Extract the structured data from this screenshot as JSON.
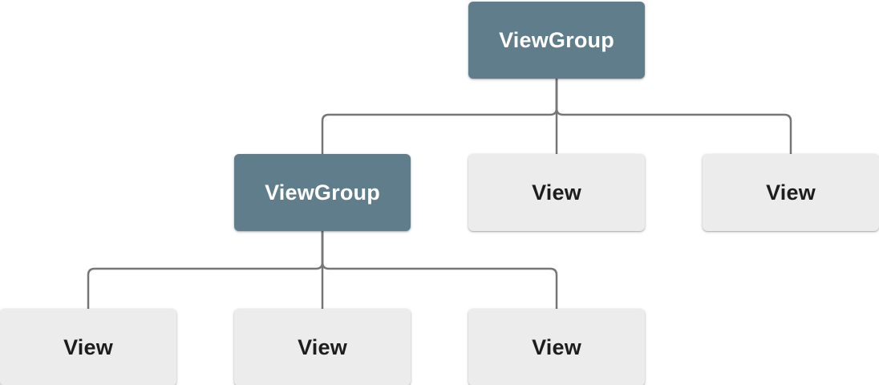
{
  "diagram": {
    "name": "view-hierarchy-tree",
    "type": "tree",
    "nodes": [
      {
        "id": "root",
        "label": "ViewGroup",
        "kind": "viewgroup",
        "row": 0
      },
      {
        "id": "child-vg",
        "label": "ViewGroup",
        "kind": "viewgroup",
        "row": 1
      },
      {
        "id": "child-view-1",
        "label": "View",
        "kind": "view",
        "row": 1
      },
      {
        "id": "child-view-2",
        "label": "View",
        "kind": "view",
        "row": 1
      },
      {
        "id": "leaf-view-1",
        "label": "View",
        "kind": "view",
        "row": 2
      },
      {
        "id": "leaf-view-2",
        "label": "View",
        "kind": "view",
        "row": 2
      },
      {
        "id": "leaf-view-3",
        "label": "View",
        "kind": "view",
        "row": 2
      }
    ],
    "edges": [
      {
        "from": "root",
        "to": "child-vg"
      },
      {
        "from": "root",
        "to": "child-view-1"
      },
      {
        "from": "root",
        "to": "child-view-2"
      },
      {
        "from": "child-vg",
        "to": "leaf-view-1"
      },
      {
        "from": "child-vg",
        "to": "leaf-view-2"
      },
      {
        "from": "child-vg",
        "to": "leaf-view-3"
      }
    ],
    "colors": {
      "background": "#ffffff",
      "viewgroup_fill": "#5f7d8b",
      "viewgroup_text": "#ffffff",
      "view_fill": "#ececec",
      "view_text": "#1d1d1d",
      "connector": "#767676"
    }
  }
}
